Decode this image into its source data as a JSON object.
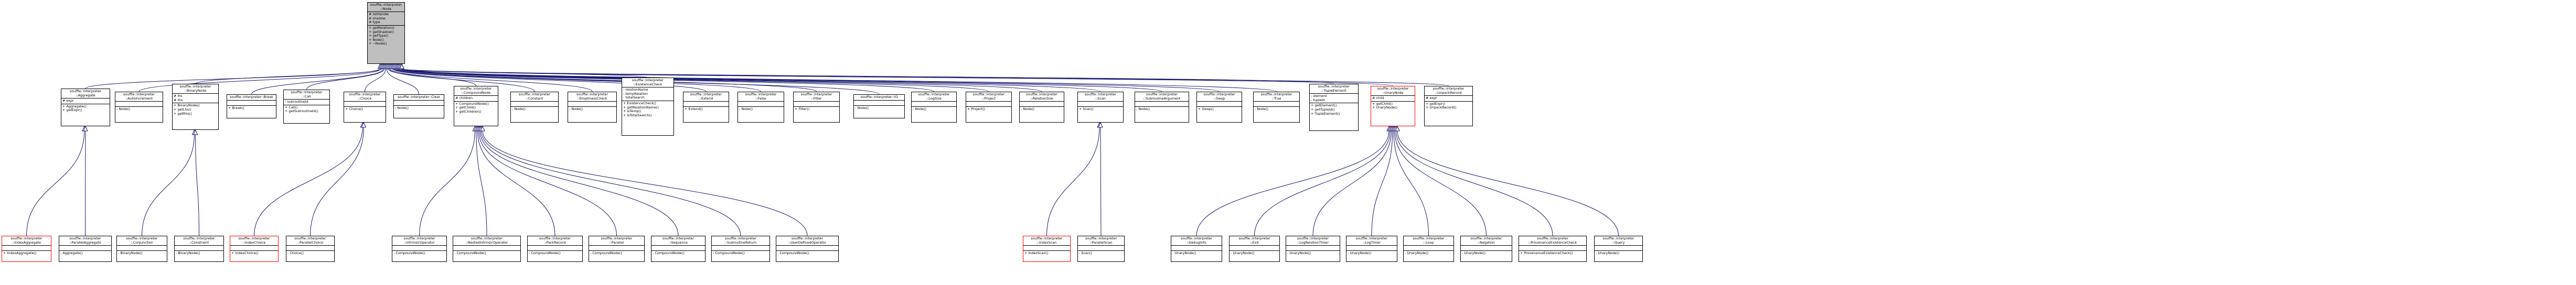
{
  "edge_colors": {
    "inherit": "#191970",
    "composition": "#9a32cd"
  },
  "root": {
    "id": "node",
    "name": [
      "souffle::interpreter",
      "::Node"
    ],
    "attrs": [
      "# relHandle",
      "# shadow",
      "# type"
    ],
    "ops": [
      "+ getRelation()",
      "+ getShadow()",
      "+ getType()",
      "+ Node()",
      "+ ~Node()"
    ]
  },
  "classes": [
    {
      "id": "aggregate",
      "parent": "node",
      "name": [
        "souffle::interpreter",
        "::Aggregate"
      ],
      "attrs": [
        "# expr"
      ],
      "ops": [
        "+ Aggregate()",
        "+ getExpr()"
      ]
    },
    {
      "id": "autoincrement",
      "parent": "node",
      "name": [
        "souffle::interpreter",
        "::AutoIncrement"
      ],
      "attrs": [],
      "ops": [
        "- Node()"
      ]
    },
    {
      "id": "binarynode",
      "parent": "node",
      "name": [
        "souffle::interpreter",
        "::BinaryNode"
      ],
      "attrs": [
        "# lhs",
        "# rhs"
      ],
      "ops": [
        "+ BinaryNode()",
        "+ getLhs()",
        "+ getRhs()"
      ]
    },
    {
      "id": "break",
      "parent": "node",
      "name": [
        "souffle::interpreter::Break"
      ],
      "attrs": [],
      "ops": [
        "+ Break()"
      ]
    },
    {
      "id": "call",
      "parent": "node",
      "name": [
        "souffle::interpreter",
        "::Call"
      ],
      "attrs": [
        "- subroutineId"
      ],
      "ops": [
        "+ Call()",
        "+ getSubroutineId()"
      ]
    },
    {
      "id": "choice",
      "parent": "node",
      "name": [
        "souffle::interpreter",
        "::Choice"
      ],
      "attrs": [],
      "ops": [
        "+ Choice()"
      ]
    },
    {
      "id": "clear",
      "parent": "node",
      "name": [
        "souffle::interpreter::Clear"
      ],
      "attrs": [],
      "ops": [
        "- Node()"
      ]
    },
    {
      "id": "compoundnode",
      "parent": "node",
      "name": [
        "souffle::interpreter",
        "::CompoundNode"
      ],
      "attrs": [
        "# children"
      ],
      "ops": [
        "+ CompoundNode()",
        "+ getChild()",
        "+ getChildren()"
      ]
    },
    {
      "id": "constant",
      "parent": "node",
      "name": [
        "souffle::interpreter",
        "::Constant"
      ],
      "attrs": [],
      "ops": [
        "- Node()"
      ]
    },
    {
      "id": "emptinesscheck",
      "parent": "node",
      "name": [
        "souffle::interpreter",
        "::EmptinessCheck"
      ],
      "attrs": [],
      "ops": [
        "- Node()"
      ]
    },
    {
      "id": "existencecheck",
      "parent": "node",
      "name": [
        "souffle::interpreter",
        "::ExistenceCheck"
      ],
      "attrs": [
        "- relationName",
        "- tempRelation",
        "- totalSearch"
      ],
      "ops": [
        "+ ExistenceCheck()",
        "+ getRelationName()",
        "+ isTemp()",
        "+ isTotalSearch()"
      ]
    },
    {
      "id": "extend",
      "parent": "node",
      "name": [
        "souffle::interpreter",
        "::Extend"
      ],
      "attrs": [],
      "ops": [
        "+ Extend()"
      ]
    },
    {
      "id": "false",
      "parent": "node",
      "name": [
        "souffle::interpreter",
        "::False"
      ],
      "attrs": [],
      "ops": [
        "- Node()"
      ]
    },
    {
      "id": "filter",
      "parent": "node",
      "name": [
        "souffle::interpreter",
        "::Filter"
      ],
      "attrs": [],
      "ops": [
        "+ Filter()"
      ]
    },
    {
      "id": "io",
      "parent": "node",
      "name": [
        "souffle::interpreter::IO"
      ],
      "attrs": [],
      "ops": [
        "- Node()"
      ]
    },
    {
      "id": "logsize",
      "parent": "node",
      "name": [
        "souffle::interpreter",
        "::LogSize"
      ],
      "attrs": [],
      "ops": [
        "- Node()"
      ]
    },
    {
      "id": "project",
      "parent": "node",
      "name": [
        "souffle::interpreter",
        "::Project"
      ],
      "attrs": [],
      "ops": [
        "+ Project()"
      ]
    },
    {
      "id": "relationsize",
      "parent": "node",
      "name": [
        "souffle::interpreter",
        "::RelationSize"
      ],
      "attrs": [],
      "ops": [
        "- Node()"
      ]
    },
    {
      "id": "scan",
      "parent": "node",
      "name": [
        "souffle::interpreter",
        "::Scan"
      ],
      "attrs": [],
      "ops": [
        "+ Scan()"
      ]
    },
    {
      "id": "subroutineargument",
      "parent": "node",
      "name": [
        "souffle::interpreter",
        "::SubroutineArgument"
      ],
      "attrs": [],
      "ops": [
        "- Node()"
      ]
    },
    {
      "id": "swap",
      "parent": "node",
      "name": [
        "souffle::interpreter",
        "::Swap"
      ],
      "attrs": [],
      "ops": [
        "+ Swap()"
      ]
    },
    {
      "id": "true",
      "parent": "node",
      "name": [
        "souffle::interpreter",
        "::True"
      ],
      "attrs": [],
      "ops": [
        "- Node()"
      ]
    },
    {
      "id": "tupleelement",
      "parent": "node",
      "name": [
        "souffle::interpreter",
        "::TupleElement"
      ],
      "attrs": [
        "- element",
        "- tupleId"
      ],
      "ops": [
        "+ getElement()",
        "+ getTupleId()",
        "+ TupleElement()"
      ]
    },
    {
      "id": "unarynode",
      "parent": "node",
      "red": true,
      "name": [
        "souffle::interpreter",
        "::UnaryNode"
      ],
      "attrs": [
        "# child"
      ],
      "ops": [
        "+ getChild()",
        "+ UnaryNode()"
      ]
    },
    {
      "id": "unpackrecord",
      "parent": "node",
      "name": [
        "souffle::interpreter",
        "::UnpackRecord"
      ],
      "attrs": [
        "# expr"
      ],
      "ops": [
        "+ getExpr()",
        "+ UnpackRecord()"
      ]
    },
    {
      "id": "indexaggregate",
      "parent": "aggregate",
      "red": true,
      "name": [
        "souffle::interpreter",
        "::IndexAggregate"
      ],
      "attrs": [],
      "ops": [
        "+ IndexAggregate()"
      ]
    },
    {
      "id": "parallelaggregate",
      "parent": "aggregate",
      "name": [
        "souffle::interpreter",
        "::ParallelAggregate"
      ],
      "attrs": [],
      "ops": [
        "- Aggregate()"
      ]
    },
    {
      "id": "conjunction",
      "parent": "binarynode",
      "name": [
        "souffle::interpreter",
        "::Conjunction"
      ],
      "attrs": [],
      "ops": [
        "- BinaryNode()"
      ]
    },
    {
      "id": "constraint",
      "parent": "binarynode",
      "name": [
        "souffle::interpreter",
        "::Constraint"
      ],
      "attrs": [],
      "ops": [
        "- BinaryNode()"
      ]
    },
    {
      "id": "indexchoice",
      "parent": "choice",
      "red": true,
      "name": [
        "souffle::interpreter",
        "::IndexChoice"
      ],
      "attrs": [],
      "ops": [
        "+ IndexChoice()"
      ]
    },
    {
      "id": "parallelchoice",
      "parent": "choice",
      "name": [
        "souffle::interpreter",
        "::ParallelChoice"
      ],
      "attrs": [],
      "ops": [
        "- Choice()"
      ]
    },
    {
      "id": "intrinsicoperator",
      "parent": "compoundnode",
      "name": [
        "souffle::interpreter",
        "::IntrinsicOperator"
      ],
      "attrs": [],
      "ops": [
        "- CompoundNode()"
      ]
    },
    {
      "id": "nestedintrinsicoperator",
      "parent": "compoundnode",
      "name": [
        "souffle::interpreter",
        "::NestedIntrinsicOperator"
      ],
      "attrs": [],
      "ops": [
        "- CompoundNode()"
      ]
    },
    {
      "id": "packrecord",
      "parent": "compoundnode",
      "name": [
        "souffle::interpreter",
        "::PackRecord"
      ],
      "attrs": [],
      "ops": [
        "- CompoundNode()"
      ]
    },
    {
      "id": "parallel",
      "parent": "compoundnode",
      "name": [
        "souffle::interpreter",
        "::Parallel"
      ],
      "attrs": [],
      "ops": [
        "- CompoundNode()"
      ]
    },
    {
      "id": "sequence",
      "parent": "compoundnode",
      "name": [
        "souffle::interpreter",
        "::Sequence"
      ],
      "attrs": [],
      "ops": [
        "- CompoundNode()"
      ]
    },
    {
      "id": "subroutinereturn",
      "parent": "compoundnode",
      "name": [
        "souffle::interpreter",
        "::SubroutineReturn"
      ],
      "attrs": [],
      "ops": [
        "- CompoundNode()"
      ]
    },
    {
      "id": "userdefinedoperator",
      "parent": "compoundnode",
      "name": [
        "souffle::interpreter",
        "::UserDefinedOperator"
      ],
      "attrs": [],
      "ops": [
        "- CompoundNode()"
      ]
    },
    {
      "id": "indexscan",
      "parent": "scan",
      "red": true,
      "name": [
        "souffle::interpreter",
        "::IndexScan"
      ],
      "attrs": [],
      "ops": [
        "+ IndexScan()"
      ]
    },
    {
      "id": "parallelscan",
      "parent": "scan",
      "name": [
        "souffle::interpreter",
        "::ParallelScan"
      ],
      "attrs": [],
      "ops": [
        "- Scan()"
      ]
    },
    {
      "id": "debuginfo",
      "parent": "unarynode",
      "name": [
        "souffle::interpreter",
        "::DebugInfo"
      ],
      "attrs": [],
      "ops": [
        "- UnaryNode()"
      ]
    },
    {
      "id": "exit",
      "parent": "unarynode",
      "name": [
        "souffle::interpreter",
        "::Exit"
      ],
      "attrs": [],
      "ops": [
        "- UnaryNode()"
      ]
    },
    {
      "id": "logrelationtimer",
      "parent": "unarynode",
      "name": [
        "souffle::interpreter",
        "::LogRelationTimer"
      ],
      "attrs": [],
      "ops": [
        "- UnaryNode()"
      ]
    },
    {
      "id": "logtimer",
      "parent": "unarynode",
      "name": [
        "souffle::interpreter",
        "::LogTimer"
      ],
      "attrs": [],
      "ops": [
        "- UnaryNode()"
      ]
    },
    {
      "id": "loop",
      "parent": "unarynode",
      "name": [
        "souffle::interpreter",
        "::Loop"
      ],
      "attrs": [],
      "ops": [
        "- UnaryNode()"
      ]
    },
    {
      "id": "negation",
      "parent": "unarynode",
      "name": [
        "souffle::interpreter",
        "::Negation"
      ],
      "attrs": [],
      "ops": [
        "- UnaryNode()"
      ]
    },
    {
      "id": "provenanceexistencecheck",
      "parent": "unarynode",
      "name": [
        "souffle::interpreter",
        "::ProvenanceExistenceCheck"
      ],
      "attrs": [],
      "ops": [
        "+ ProvenanceExistenceCheck()"
      ]
    },
    {
      "id": "query",
      "parent": "unarynode",
      "name": [
        "souffle::interpreter",
        "::Query"
      ],
      "attrs": [],
      "ops": [
        "- UnaryNode()"
      ]
    }
  ]
}
